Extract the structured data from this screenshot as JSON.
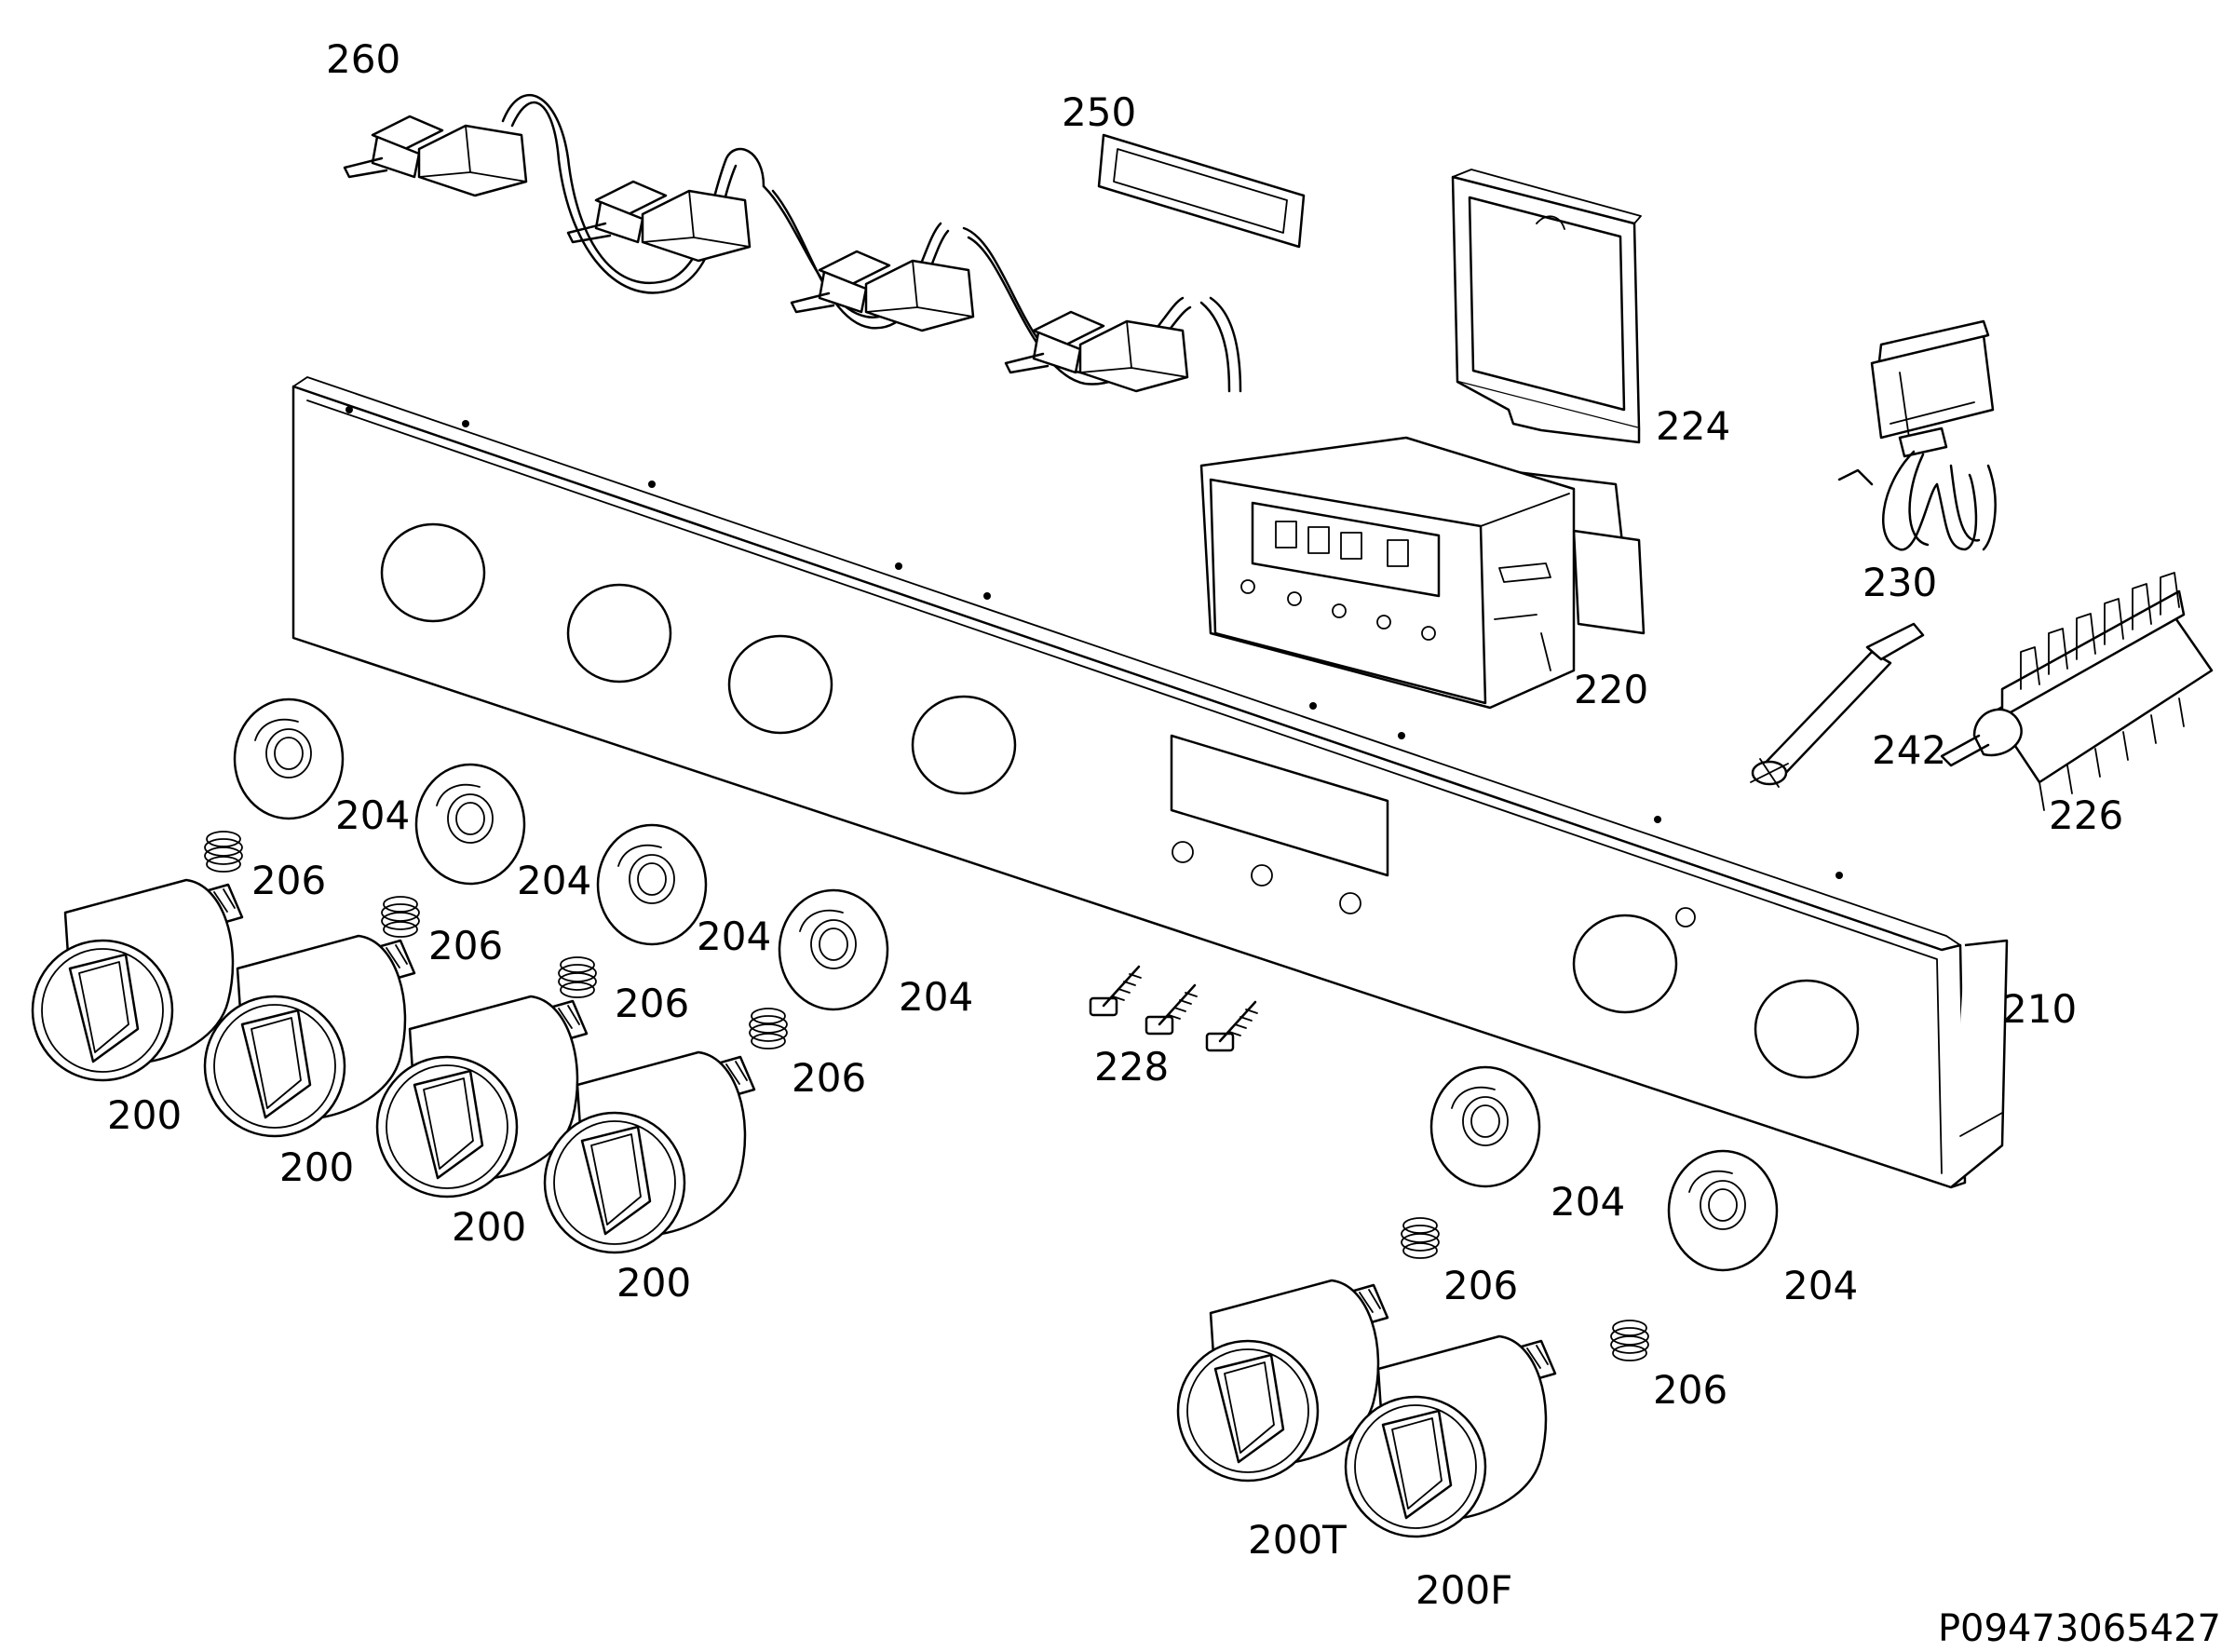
{
  "parts": [
    {
      "id": "p260",
      "label": "260"
    },
    {
      "id": "p250",
      "label": "250"
    },
    {
      "id": "p224",
      "label": "224"
    },
    {
      "id": "p230",
      "label": "230"
    },
    {
      "id": "p220",
      "label": "220"
    },
    {
      "id": "p242",
      "label": "242"
    },
    {
      "id": "p226",
      "label": "226"
    },
    {
      "id": "p210",
      "label": "210"
    },
    {
      "id": "p228",
      "label": "228"
    },
    {
      "id": "p200",
      "label": "200"
    },
    {
      "id": "p204",
      "label": "204"
    },
    {
      "id": "p206",
      "label": "206"
    },
    {
      "id": "p200T",
      "label": "200T"
    },
    {
      "id": "p200F",
      "label": "200F"
    }
  ],
  "drawing_code": "P09473065427"
}
